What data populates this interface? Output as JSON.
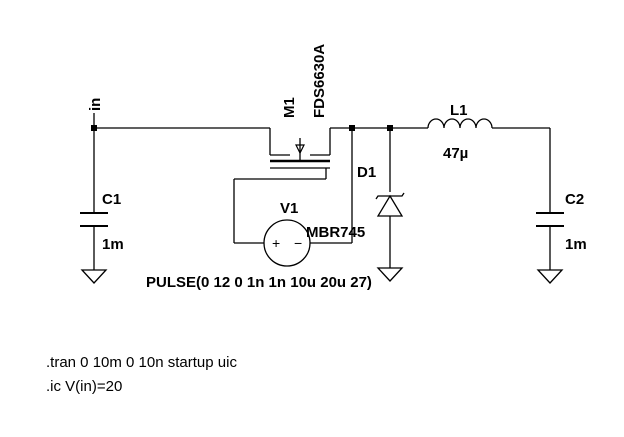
{
  "net_labels": {
    "input": "in"
  },
  "components": {
    "m1": {
      "ref": "M1",
      "part": "FDS6630A"
    },
    "v1": {
      "ref": "V1",
      "value": "PULSE(0 12 0 1n 1n 10u 20u 27)",
      "plus": "+",
      "minus": "−"
    },
    "d1": {
      "ref": "D1",
      "part": "MBR745"
    },
    "l1": {
      "ref": "L1",
      "value": "47µ"
    },
    "c1": {
      "ref": "C1",
      "value": "1m"
    },
    "c2": {
      "ref": "C2",
      "value": "1m"
    }
  },
  "directives": [
    ".tran 0 10m 0 10n startup uic",
    ".ic V(in)=20"
  ],
  "colors": {
    "wire": "#000000",
    "background": "#ffffff"
  }
}
